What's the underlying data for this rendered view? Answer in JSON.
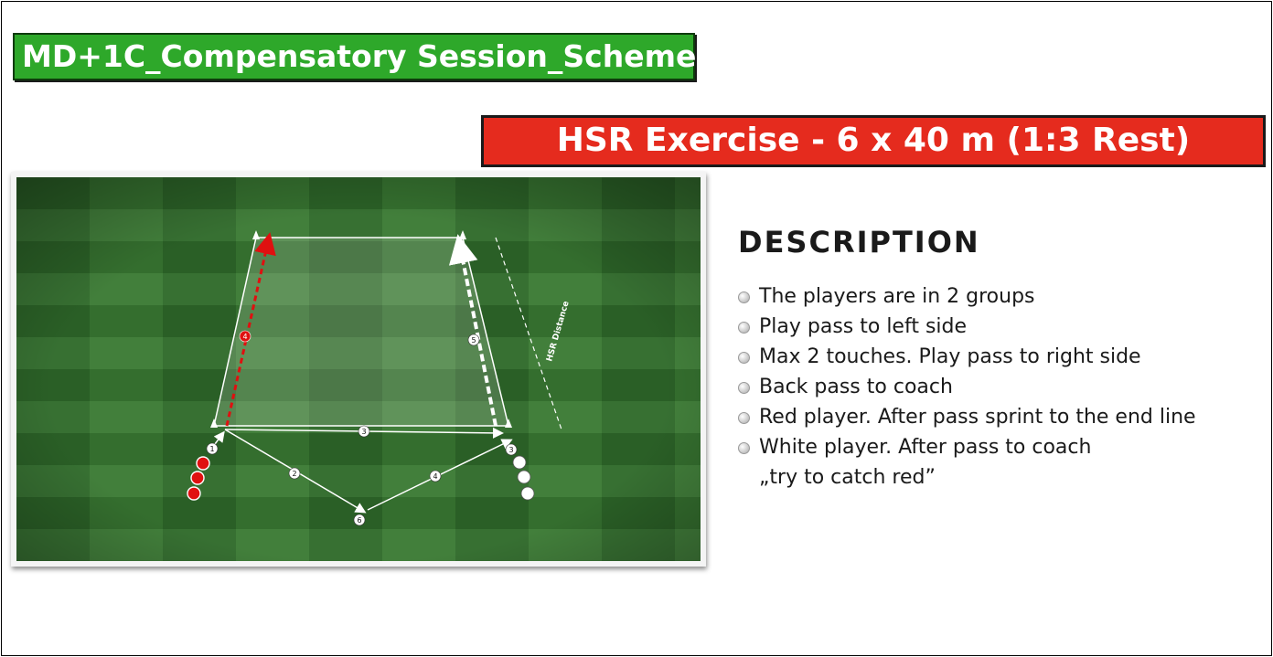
{
  "title": "MD+1C_Compensatory Session_Scheme",
  "exercise_title": "HSR Exercise - 6 x 40 m (1:3 Rest)",
  "colors": {
    "title_bg": "#2ea82a",
    "exercise_bg": "#e52b1e",
    "pitch_dark": "#2a5e26",
    "pitch_light": "#3c7a32",
    "red_player": "#e01010",
    "white_player": "#ffffff"
  },
  "diagram": {
    "distance_label": "HSR Distance",
    "pass_numbers": [
      "1",
      "2",
      "3",
      "4",
      "5",
      "6"
    ],
    "red_run_label": "4",
    "white_run_label": "5",
    "coach_label": "6",
    "red_players_count": 3,
    "white_players_count": 3
  },
  "description": {
    "heading": "DESCRIPTION",
    "items": [
      {
        "lines": [
          "The players are in 2 groups"
        ]
      },
      {
        "lines": [
          "Play pass to left side"
        ]
      },
      {
        "lines": [
          "Max 2 touches. Play pass to right side"
        ]
      },
      {
        "lines": [
          "Back pass to coach"
        ]
      },
      {
        "lines": [
          "Red player. After pass sprint to the end line"
        ]
      },
      {
        "lines": [
          "White player. After pass to coach",
          "„try to catch red”"
        ]
      }
    ]
  }
}
